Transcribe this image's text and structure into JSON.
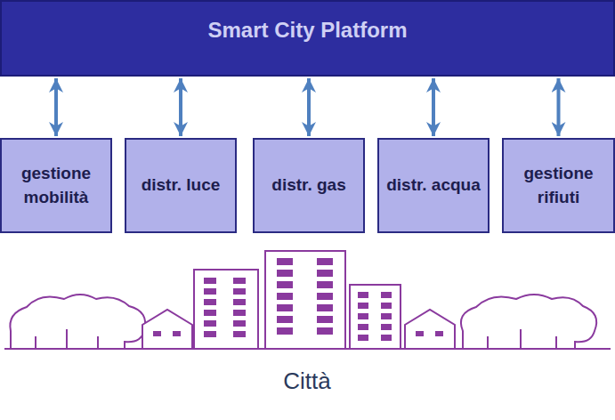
{
  "diagram": {
    "nodes": [
      {
        "text": [
          "Smart City Platform"
        ]
      },
      {
        "text": [
          "gestione mobilità"
        ]
      },
      {
        "text": [
          "distr. luce"
        ]
      },
      {
        "text": [
          "distr. gas"
        ]
      },
      {
        "text": [
          "distr. acqua"
        ]
      },
      {
        "text": [
          "gestione rifiuti"
        ]
      }
    ],
    "edges": [
      {
        "from": 0,
        "to": 1,
        "arrow": "both"
      },
      {
        "from": 0,
        "to": 2,
        "arrow": "both"
      },
      {
        "from": 0,
        "to": 3,
        "arrow": "both"
      },
      {
        "from": 0,
        "to": 4,
        "arrow": "both"
      },
      {
        "from": 0,
        "to": 5,
        "arrow": "both"
      }
    ],
    "labels": [
      "Città"
    ]
  }
}
